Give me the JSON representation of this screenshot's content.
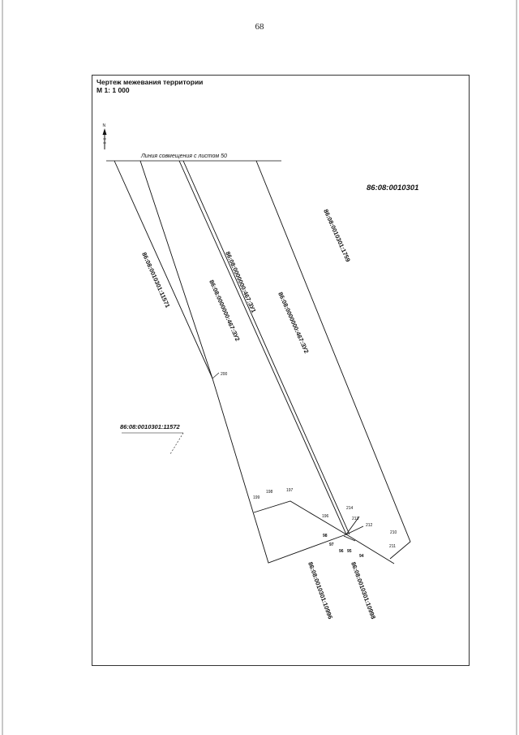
{
  "page": {
    "number": "68"
  },
  "header": {
    "title": "Чертеж межевания территории",
    "scale": "М 1: 1 000"
  },
  "north_arrow": {
    "label": "N"
  },
  "notes": {
    "match_line": "Линия совмещения с листом 50"
  },
  "block": {
    "label": "86:08:0010301"
  },
  "parcels": [
    {
      "label": "86:08:0010301:1759"
    },
    {
      "label": "86:08:0010301:11571"
    },
    {
      "label": "86:08:0000000:467:ЗУ1"
    },
    {
      "label": "86:08:0000000:467:ЗУ2"
    },
    {
      "label": "86:08:0000000:467:ЗУ2"
    },
    {
      "label": "86:08:0010301:11572"
    },
    {
      "label": "86:08:0010301:10996"
    },
    {
      "label": "86:08:0010301:10998"
    }
  ],
  "points": [
    {
      "label": "200"
    },
    {
      "label": "199"
    },
    {
      "label": "198"
    },
    {
      "label": "197"
    },
    {
      "label": "196"
    },
    {
      "label": "214"
    },
    {
      "label": "213"
    },
    {
      "label": "212"
    },
    {
      "label": "210"
    },
    {
      "label": "211"
    },
    {
      "label": "98"
    },
    {
      "label": "97"
    },
    {
      "label": "96"
    },
    {
      "label": "95"
    },
    {
      "label": "94"
    }
  ]
}
